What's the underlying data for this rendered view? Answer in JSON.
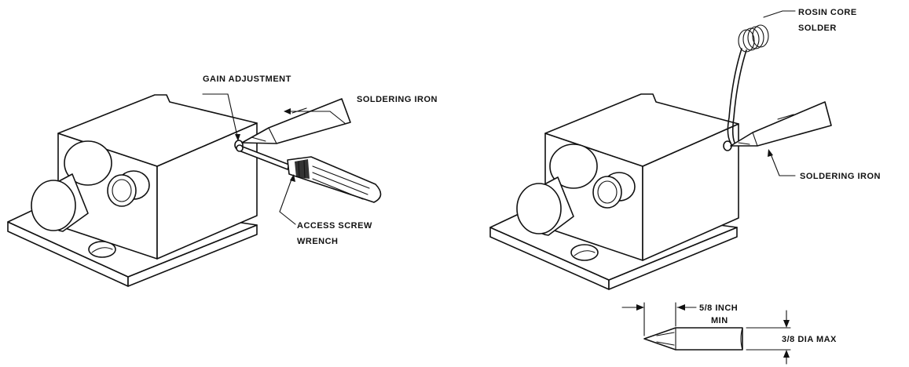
{
  "left_figure": {
    "labels": {
      "gain_adjustment": "GAIN ADJUSTMENT",
      "soldering_iron": "SOLDERING IRON",
      "access_screw_line1": "ACCESS SCREW",
      "access_screw_line2": "WRENCH"
    }
  },
  "right_figure": {
    "labels": {
      "rosin_line1": "ROSIN CORE",
      "rosin_line2": "SOLDER",
      "soldering_iron": "SOLDERING IRON"
    }
  },
  "tip_detail": {
    "length_line1": "5/8 INCH",
    "length_line2": "MIN",
    "diameter": "3/8 DIA MAX"
  }
}
